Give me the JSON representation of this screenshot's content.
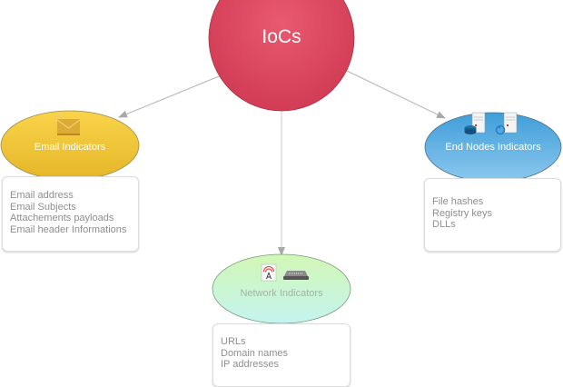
{
  "diagram": {
    "root": {
      "label": "IoCs",
      "color": "#d9445a"
    },
    "nodes": [
      {
        "id": "email",
        "label": "Email Indicators",
        "color": "#f0c030",
        "icons": [
          "email-icon"
        ],
        "details": [
          "Email address",
          "Email Subjects",
          "Attachements payloads",
          "Email header Informations"
        ]
      },
      {
        "id": "endnodes",
        "label": "End Nodes Indicators",
        "color": "#4aa6dc",
        "icons": [
          "database-server-icon",
          "sync-server-icon"
        ],
        "details": [
          "File hashes",
          "Registry keys",
          "DLLs"
        ]
      },
      {
        "id": "network",
        "label": "Network Indicators",
        "color": "#c8f5c0",
        "icons": [
          "wireless-antenna-icon",
          "network-switch-icon"
        ],
        "details": [
          "URLs",
          "Domain names",
          "IP addresses"
        ]
      }
    ],
    "edges": [
      {
        "from": "IoCs",
        "to": "Email Indicators"
      },
      {
        "from": "IoCs",
        "to": "End Nodes Indicators"
      },
      {
        "from": "IoCs",
        "to": "Network Indicators"
      }
    ]
  }
}
